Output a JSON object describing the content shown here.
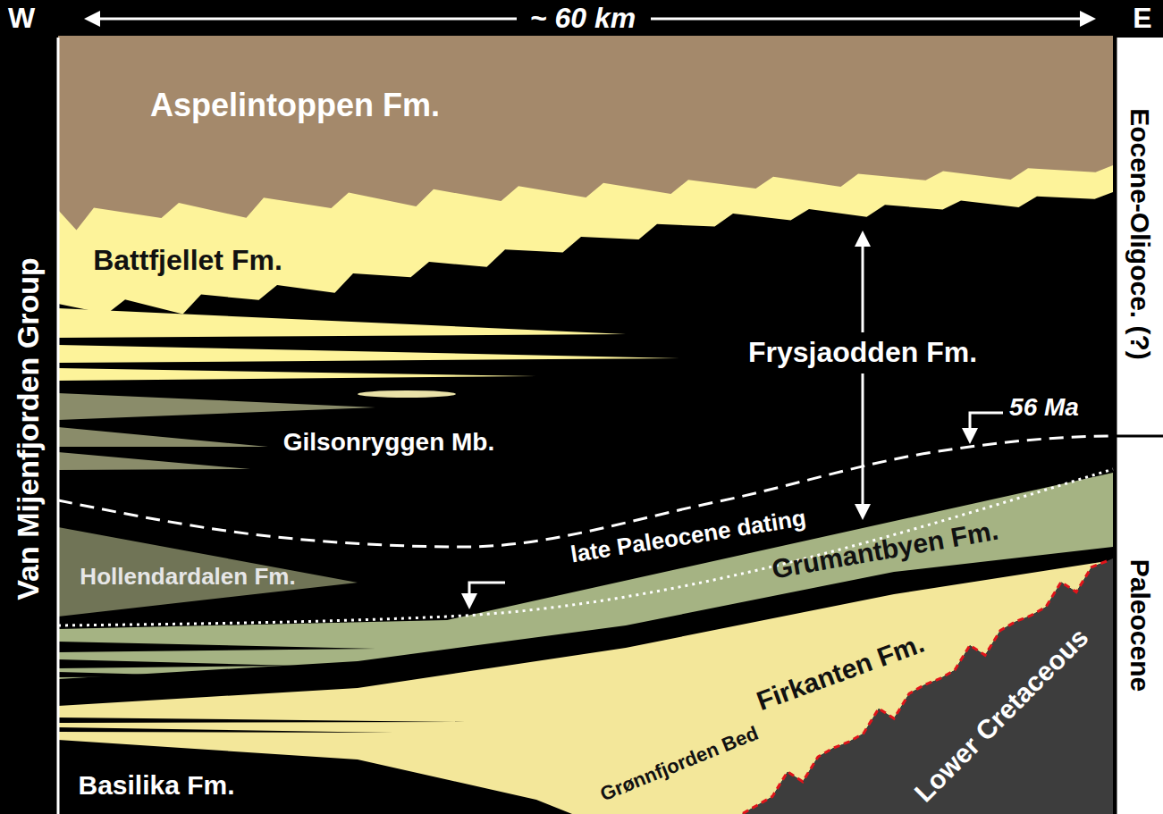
{
  "diagram": {
    "labels": [
      "W",
      "~ 60 km",
      "E",
      "Van Mijenfjorden Group",
      "Eocene-Oligoce. (?)",
      "Aspelintoppen Fm.",
      "Battfjellet Fm.",
      "Frysjaodden Fm.",
      "Gilsonryggen Mb.",
      "56 Ma",
      "late Paleocene dating",
      "Hollendardalen Fm.",
      "Grumantbyen Fm.",
      "Firkanten Fm.",
      "Grønnfjorden Bed",
      "Lower Cretaceous",
      "Paleocene",
      "Basilika Fm."
    ]
  }
}
